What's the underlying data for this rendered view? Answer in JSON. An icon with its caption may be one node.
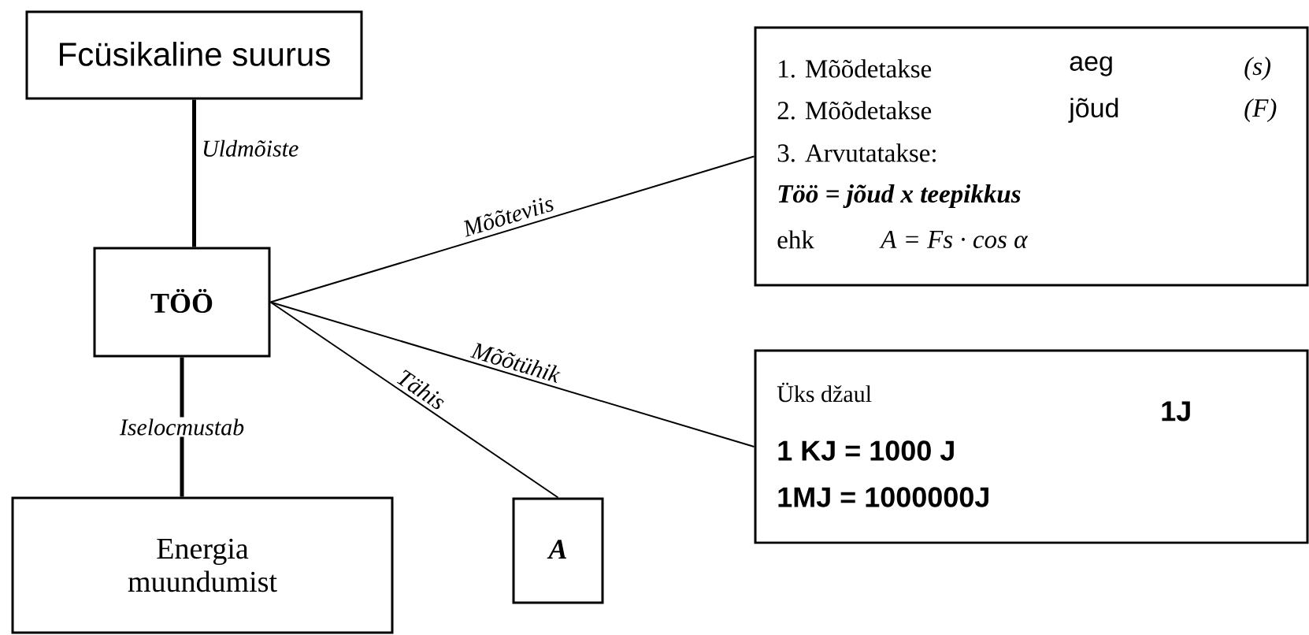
{
  "diagram": {
    "nodes": [
      {
        "text": [
          "Fcüsikaline suurus"
        ]
      },
      {
        "text": [
          "TÖÖ"
        ]
      },
      {
        "text": [
          "Energia muundumist"
        ]
      },
      {
        "text": [
          "A"
        ]
      },
      {
        "text": [
          "1. Mõõdetakse",
          "aeg",
          "(s)",
          "2. Mõõdetakse",
          "jõud",
          "(F)",
          "3. Arvutatakse:",
          "Töö = jõud x teepikkus",
          "ehk",
          "A = Fs · cos α"
        ]
      },
      {
        "text": [
          "Üks džaul",
          "1J",
          "1 KJ = 1000 J",
          "1MJ = 1000000J"
        ]
      }
    ],
    "edges": [
      {
        "from": 0,
        "to": 1,
        "arrow": "none",
        "label": "Uldmõiste",
        "style": "thick"
      },
      {
        "from": 1,
        "to": 2,
        "arrow": "none",
        "label": "Iselocmustab",
        "style": "thick"
      },
      {
        "from": 1,
        "to": 4,
        "arrow": "none",
        "label": "Mõõteviis"
      },
      {
        "from": 1,
        "to": 5,
        "arrow": "none",
        "label": "Mõõtühik"
      },
      {
        "from": 1,
        "to": 3,
        "arrow": "none",
        "label": "Tähis"
      }
    ]
  }
}
